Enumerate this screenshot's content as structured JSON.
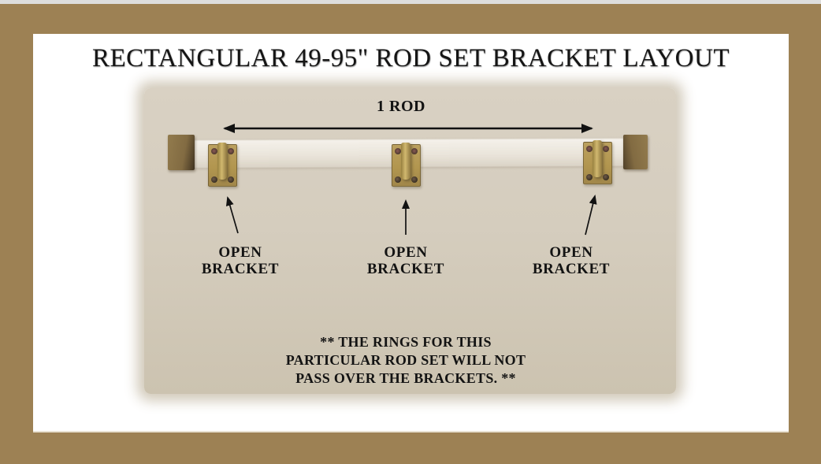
{
  "title": "RECTANGULAR 49-95\" ROD SET BRACKET LAYOUT",
  "diagram": {
    "rod_label": "1 ROD",
    "bracket_labels": [
      {
        "line1": "OPEN",
        "line2": "BRACKET"
      },
      {
        "line1": "OPEN",
        "line2": "BRACKET"
      },
      {
        "line1": "OPEN",
        "line2": "BRACKET"
      }
    ],
    "note_lines": [
      "** THE RINGS FOR THIS",
      "PARTICULAR ROD SET WILL NOT",
      "PASS OVER THE BRACKETS. **"
    ],
    "colors": {
      "frame_border": "#9d8154",
      "panel_beige": "#d2c9b8",
      "brass": "#b2964f",
      "brass_dark": "#4e3f28",
      "arrow_black": "#121212"
    }
  }
}
